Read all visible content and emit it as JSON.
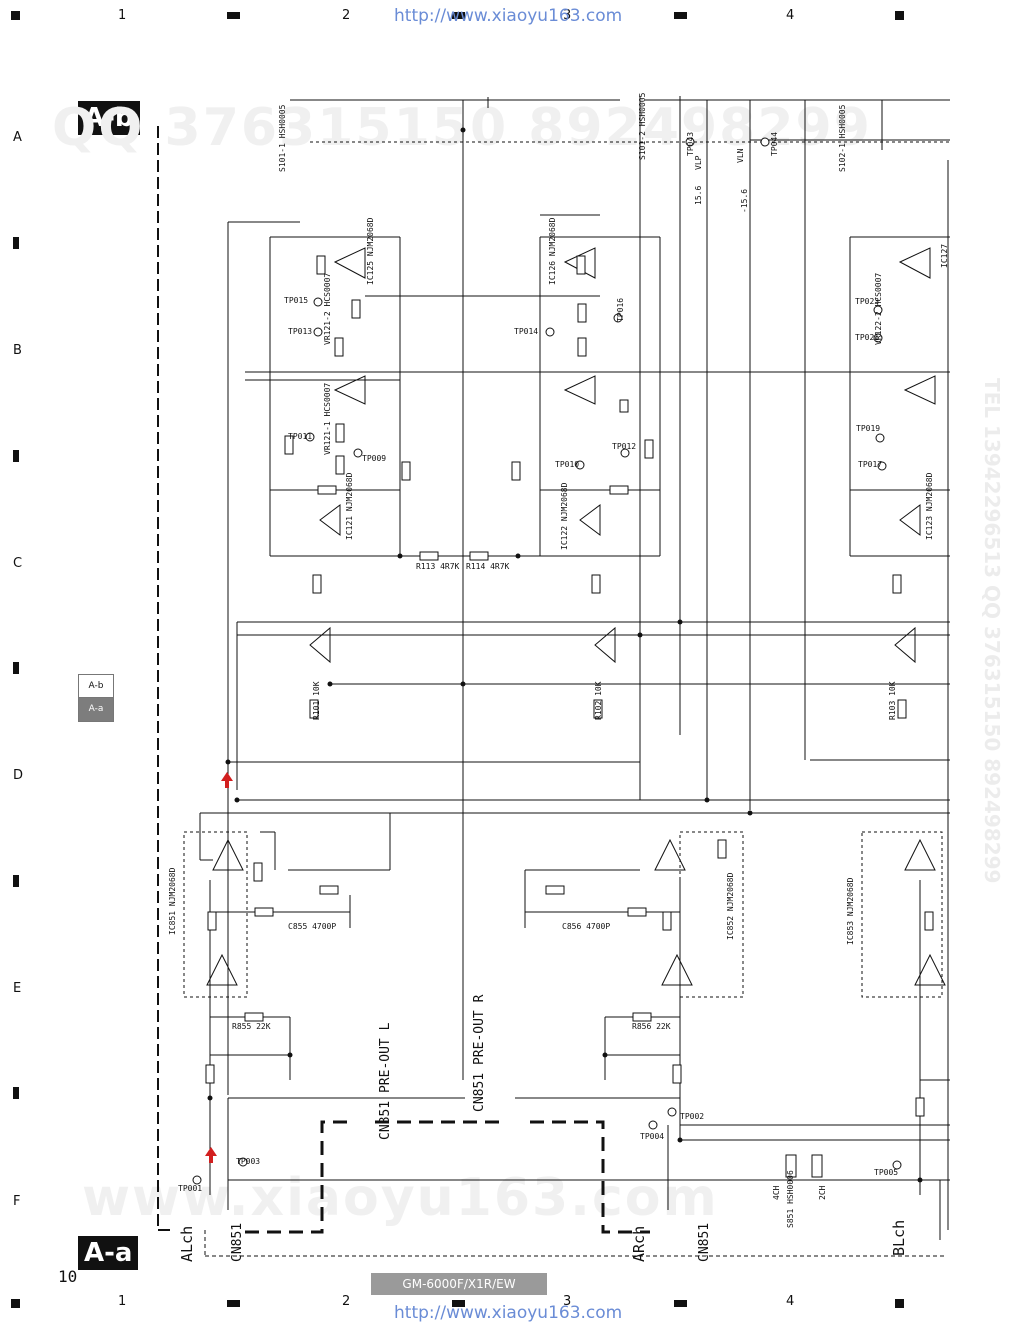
{
  "columns": [
    "1",
    "2",
    "3",
    "4"
  ],
  "rows": [
    "A",
    "B",
    "C",
    "D",
    "E",
    "F"
  ],
  "url": "http://www.xiaoyu163.com",
  "section_top": "A-b",
  "section_bottom": "A-a",
  "nav_tabs": {
    "top": "A-b",
    "bottom": "A-a"
  },
  "page_number": "10",
  "model": "GM-6000F/X1R/EW",
  "watermarks": {
    "top": "QQ 376315150  892498299",
    "bottom": "www.xiaoyu163.com",
    "side": "TEL 13942296513  QQ 376315150  892498299"
  },
  "labels": {
    "s101_1": "S101-1  HSH0005",
    "s101_2": "S101-2  HSH0005",
    "s102_1": "S102-1  HSH0005",
    "tp043": "TP043",
    "tp044": "TP044",
    "vlp": "VLP",
    "vln": "VLN",
    "v_pos": "15.6",
    "v_neg": "-15.6",
    "ic125": "IC125 NJM2068D",
    "ic126": "IC126 NJM2068D",
    "ic127": "IC127",
    "ic121": "IC121 NJM2068D",
    "ic122": "IC122 NJM2068D",
    "ic123": "IC123 NJM2068D",
    "ic851": "IC851 NJM2068D",
    "ic852": "IC852 NJM2068D",
    "ic853": "IC853 NJM2068D",
    "vr121_2": "VR121-2 HCS0007",
    "vr121_1": "VR121-1 HCS0007",
    "vr122_2": "VR122-2 HCS0007",
    "tp015": "TP015",
    "tp013": "TP013",
    "tp014": "TP014",
    "tp016": "TP016",
    "tp011": "TP011",
    "tp009": "TP009",
    "tp010": "TP010",
    "tp012": "TP012",
    "tp023": "TP023",
    "tp021": "TP021",
    "tp019": "TP019",
    "tp017": "TP017",
    "r113": "R113 4R7K",
    "r114": "R114 4R7K",
    "r101": "R101 10K",
    "r102": "R102 10K",
    "r103": "R103 10K",
    "c855": "C855 4700P",
    "c856": "C856 4700P",
    "r855": "R855 22K",
    "r856": "R856 22K",
    "cn851_l": "CN851 PRE-OUT L",
    "cn851_r": "CN851 PRE-OUT R",
    "cn851": "CN851",
    "alch": "ALch",
    "arch": "ARch",
    "blch": "BLch",
    "s851": "S851 HSH0006",
    "ch4": "4CH",
    "ch2": "2CH",
    "tp001": "TP001",
    "tp003": "TP003",
    "tp002": "TP002",
    "tp004": "TP004",
    "tp005": "TP005"
  }
}
